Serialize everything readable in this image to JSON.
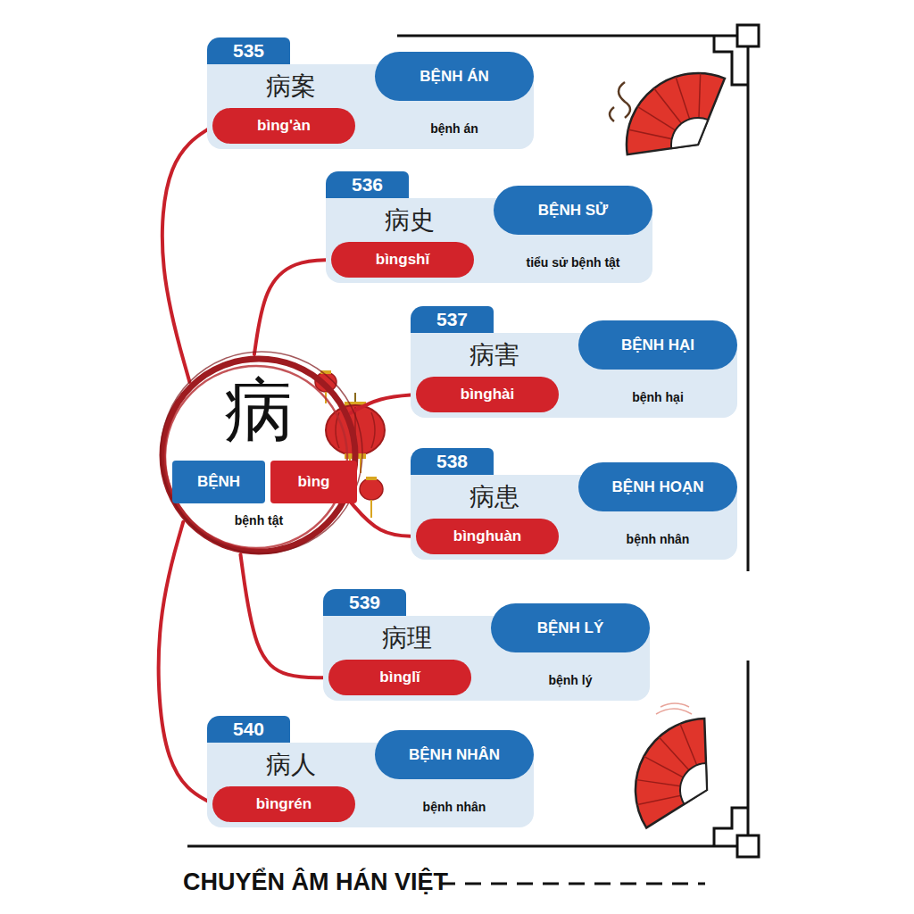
{
  "diagram": {
    "nodes": [
      {
        "text": [
          "病",
          "bệnh tật"
        ]
      },
      {
        "text": [
          "BỆNH"
        ],
        "in": 0
      },
      {
        "text": [
          "bìng"
        ],
        "in": 0
      },
      {
        "text": [
          "病案",
          "bệnh án"
        ]
      },
      {
        "text": [
          "535"
        ],
        "in": 3
      },
      {
        "text": [
          "BỆNH ÁN"
        ],
        "in": 3
      },
      {
        "text": [
          "bìng'àn"
        ],
        "in": 3
      },
      {
        "text": [
          "病史",
          "tiểu sử bệnh tật"
        ]
      },
      {
        "text": [
          "536"
        ],
        "in": 7
      },
      {
        "text": [
          "BỆNH SỬ"
        ],
        "in": 7
      },
      {
        "text": [
          "bìngshǐ"
        ],
        "in": 7
      },
      {
        "text": [
          "病害",
          "bệnh hại"
        ]
      },
      {
        "text": [
          "537"
        ],
        "in": 11
      },
      {
        "text": [
          "BỆNH HẠI"
        ],
        "in": 11
      },
      {
        "text": [
          "bìnghài"
        ],
        "in": 11
      },
      {
        "text": [
          "病患",
          "bệnh nhân"
        ]
      },
      {
        "text": [
          "538"
        ],
        "in": 15
      },
      {
        "text": [
          "BỆNH HOẠN"
        ],
        "in": 15
      },
      {
        "text": [
          "bìnghuàn"
        ],
        "in": 15
      },
      {
        "text": [
          "病理",
          "bệnh lý"
        ]
      },
      {
        "text": [
          "539"
        ],
        "in": 19
      },
      {
        "text": [
          "BỆNH LÝ"
        ],
        "in": 19
      },
      {
        "text": [
          "bìnglǐ"
        ],
        "in": 19
      },
      {
        "text": [
          "病人",
          "bệnh nhân"
        ]
      },
      {
        "text": [
          "540"
        ],
        "in": 23
      },
      {
        "text": [
          "BỆNH NHÂN"
        ],
        "in": 23
      },
      {
        "text": [
          "bìngrén"
        ],
        "in": 23
      }
    ],
    "edges": [
      {
        "from": 0,
        "to": 6,
        "arrow": "none"
      },
      {
        "from": 0,
        "to": 10,
        "arrow": "none"
      },
      {
        "from": 0,
        "to": 14,
        "arrow": "none"
      },
      {
        "from": 0,
        "to": 18,
        "arrow": "none"
      },
      {
        "from": 0,
        "to": 22,
        "arrow": "none"
      },
      {
        "from": 0,
        "to": 26,
        "arrow": "none"
      }
    ],
    "labels": [
      "CHUYỂN ÂM HÁN VIỆT"
    ]
  }
}
